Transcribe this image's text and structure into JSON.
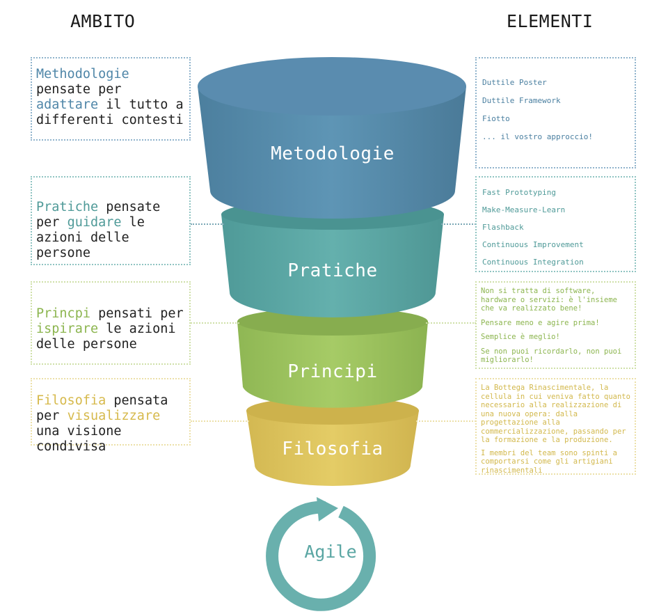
{
  "headers": {
    "left": "AMBITO",
    "right": "ELEMENTI"
  },
  "colors": {
    "methodologie": "#5187a8",
    "pratiche": "#5aa6a3",
    "principi": "#9cc35c",
    "filosofia": "#dec45c",
    "agile": "#69b0ad"
  },
  "layers": [
    {
      "label": "Metodologie",
      "scope": {
        "highlight1": "Methodologie",
        "text1": " pensate per ",
        "highlight2": "adattare",
        "text2": " il tutto a differenti contesti"
      },
      "elements": [
        "Duttile Poster",
        "Duttile Framework",
        "Fiotto",
        "... il vostro approccio!"
      ]
    },
    {
      "label": "Pratiche",
      "scope": {
        "highlight1": "Pratiche",
        "text1": " pensate per ",
        "highlight2": "guidare",
        "text2": " le azioni delle persone"
      },
      "elements": [
        "Fast Prototyping",
        "Make-Measure-Learn",
        "Flashback",
        "Continuous Improvement",
        "Continuous Integration"
      ]
    },
    {
      "label": "Principi",
      "scope": {
        "highlight1": "Princpi",
        "text1": " pensati per ",
        "highlight2": "ispirare",
        "text2": " le azioni delle persone"
      },
      "elements": [
        "Non si tratta di software, hardware o servizi: è l'insieme che va realizzato bene!",
        "Pensare meno e agire prima!",
        "Semplice è meglio!",
        "Se non puoi ricordarlo, non puoi migliorarlo!"
      ]
    },
    {
      "label": "Filosofia",
      "scope": {
        "highlight1": "Filosofia",
        "text1": " pensata per ",
        "highlight2": "visualizzare",
        "text2": " una visione condivisa"
      },
      "elements": [
        "La Bottega Rinascimentale, la cellula in cui veniva fatto quanto necessario alla realizzazione di una nuova opera: dalla progettazione alla commercializzazione, passando per la formazione e la produzione.",
        "I membri del team sono spinti a comportarsi come gli artigiani rinascimentali"
      ]
    }
  ],
  "cycle": {
    "label": "Agile",
    "icon": "cycle-arrow-icon"
  }
}
